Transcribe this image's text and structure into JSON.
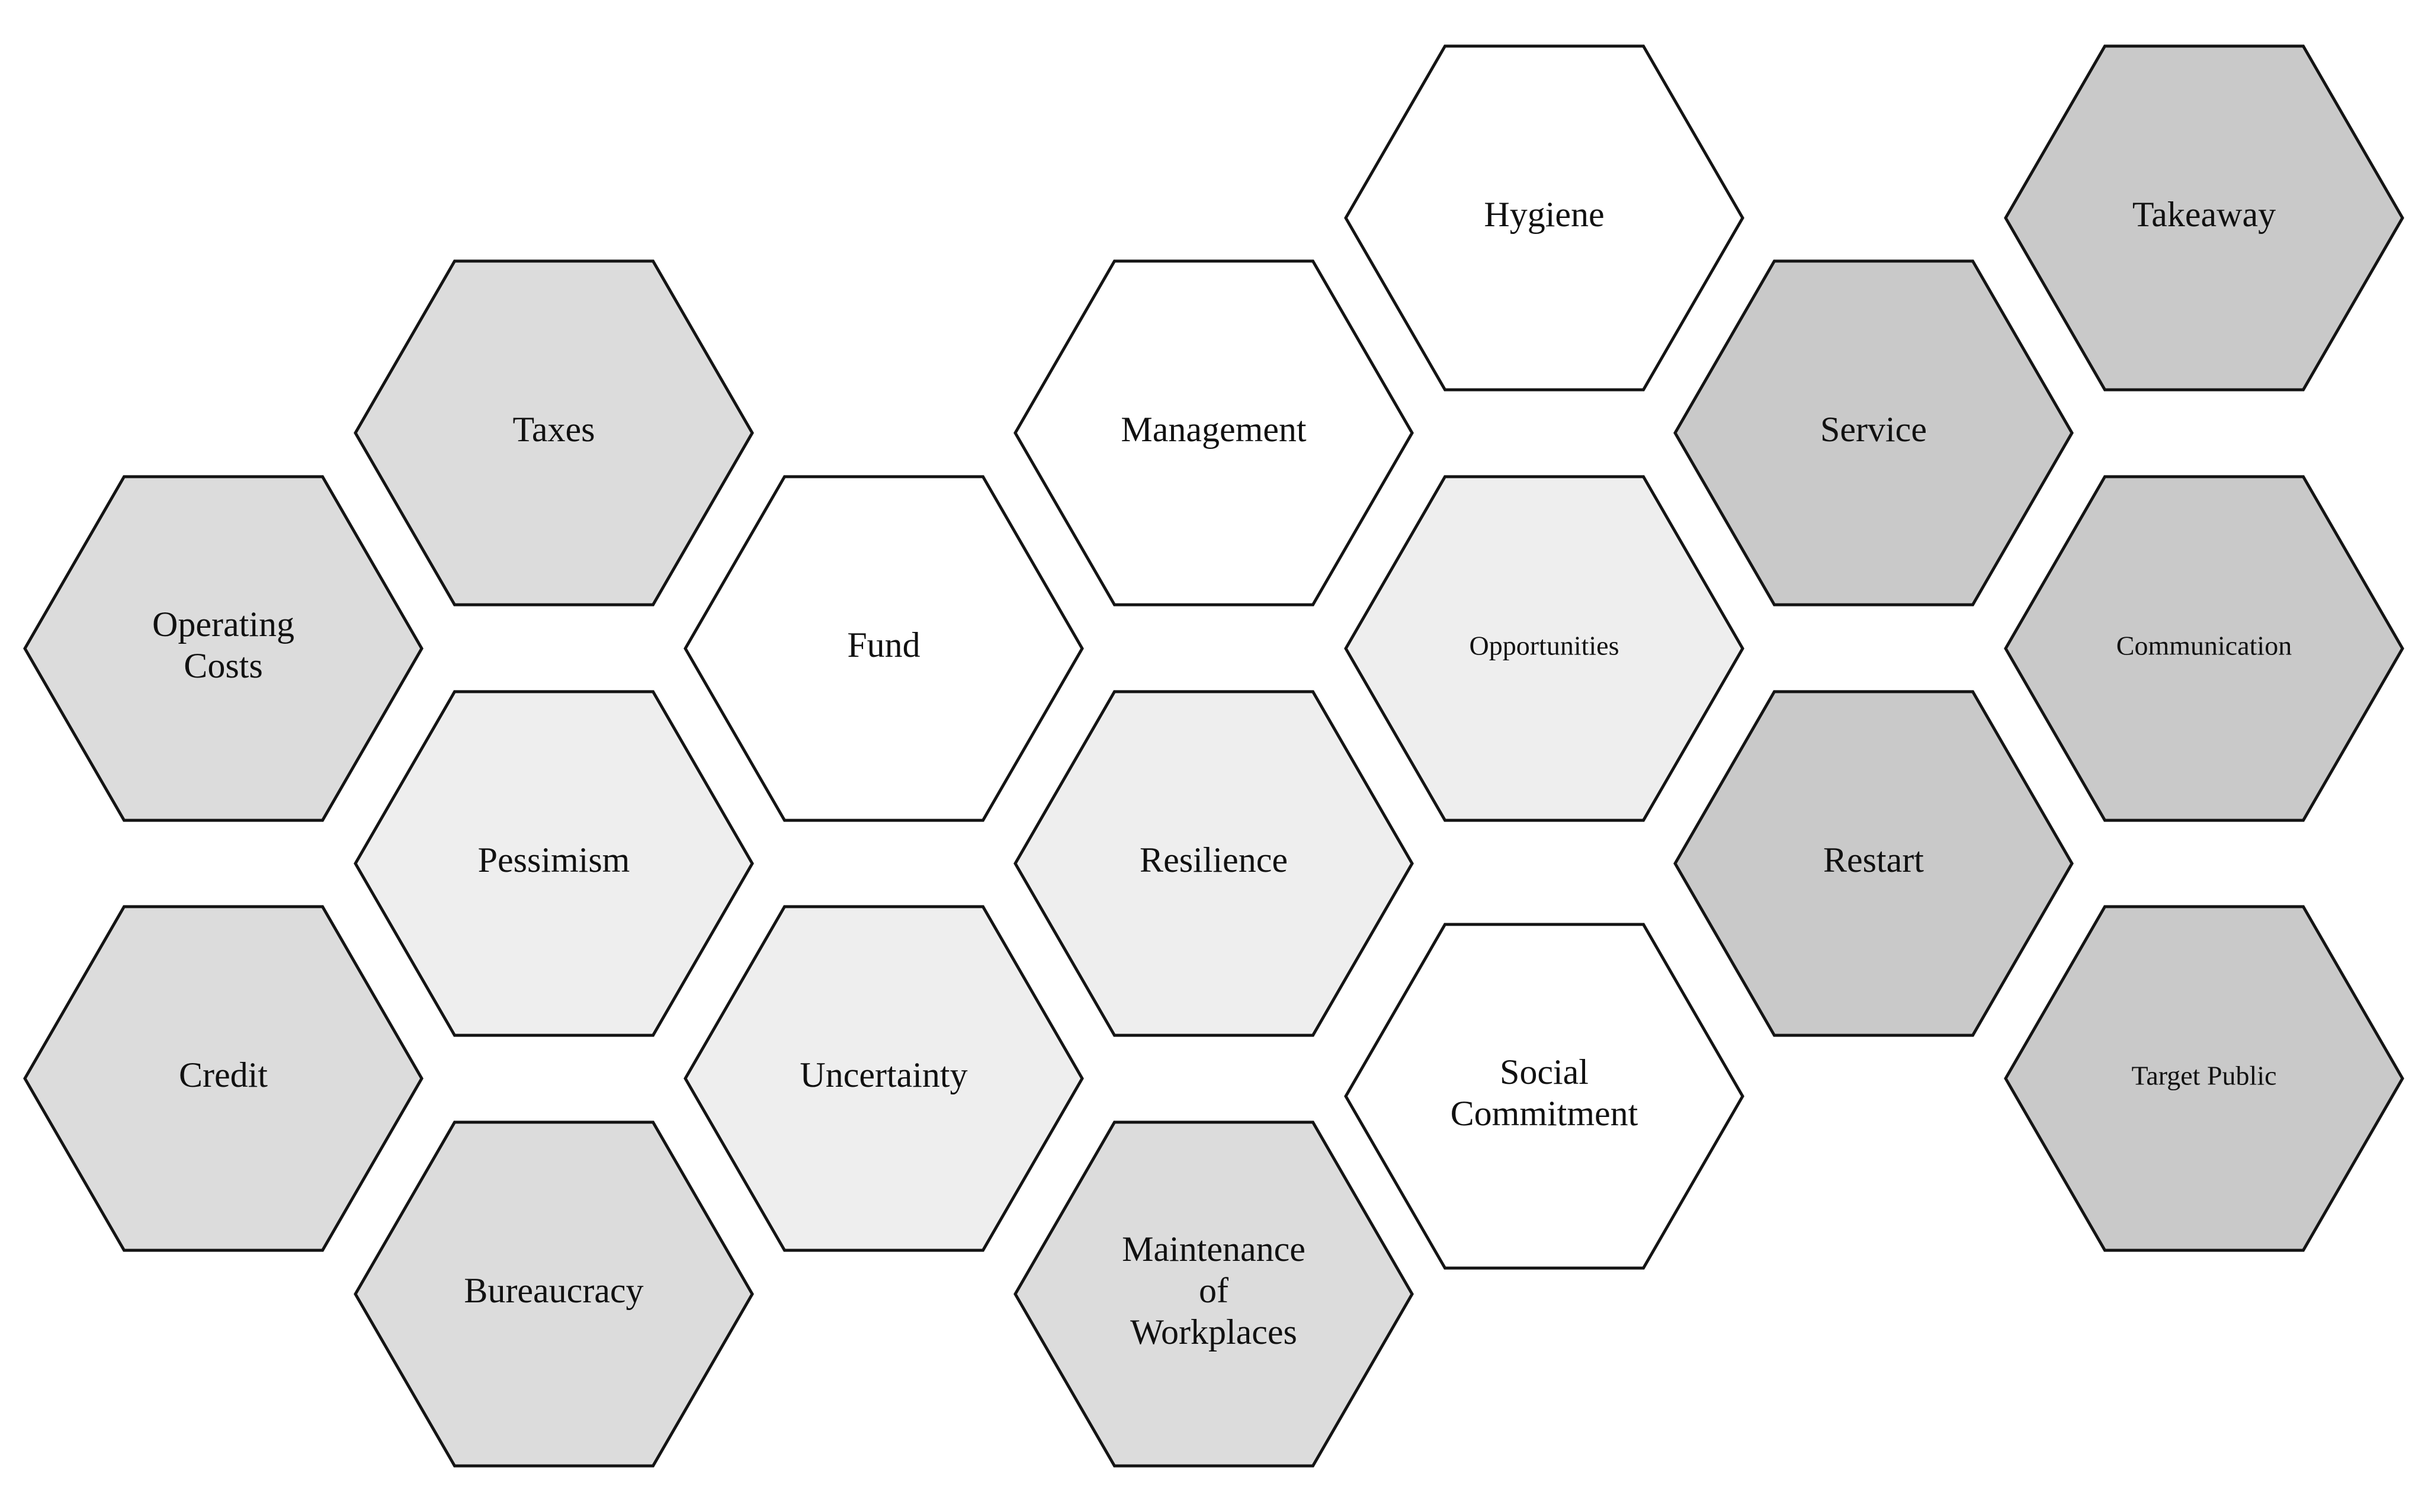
{
  "colors": {
    "white": "#ffffff",
    "light": "#eeeeee",
    "medium": "#dcdcdc",
    "dark": "#c9c9c9",
    "stroke": "#141414"
  },
  "hexagons": [
    {
      "id": "operating-costs",
      "lines": [
        "Operating",
        "Costs"
      ],
      "shade": "medium"
    },
    {
      "id": "credit",
      "lines": [
        "Credit"
      ],
      "shade": "medium"
    },
    {
      "id": "taxes",
      "lines": [
        "Taxes"
      ],
      "shade": "medium"
    },
    {
      "id": "pessimism",
      "lines": [
        "Pessimism"
      ],
      "shade": "light"
    },
    {
      "id": "bureaucracy",
      "lines": [
        "Bureaucracy"
      ],
      "shade": "medium"
    },
    {
      "id": "fund",
      "lines": [
        "Fund"
      ],
      "shade": "white"
    },
    {
      "id": "uncertainty",
      "lines": [
        "Uncertainty"
      ],
      "shade": "light"
    },
    {
      "id": "management",
      "lines": [
        "Management"
      ],
      "shade": "white"
    },
    {
      "id": "resilience",
      "lines": [
        "Resilience"
      ],
      "shade": "light"
    },
    {
      "id": "maintenance-of-workplaces",
      "lines": [
        "Maintenance",
        "of",
        "Workplaces"
      ],
      "shade": "medium"
    },
    {
      "id": "hygiene",
      "lines": [
        "Hygiene"
      ],
      "shade": "white"
    },
    {
      "id": "opportunities",
      "lines": [
        "Opportunities"
      ],
      "shade": "light"
    },
    {
      "id": "social-commitment",
      "lines": [
        "Social",
        "Commitment"
      ],
      "shade": "white"
    },
    {
      "id": "service",
      "lines": [
        "Service"
      ],
      "shade": "dark"
    },
    {
      "id": "restart",
      "lines": [
        "Restart"
      ],
      "shade": "dark"
    },
    {
      "id": "takeaway",
      "lines": [
        "Takeaway"
      ],
      "shade": "dark"
    },
    {
      "id": "communication",
      "lines": [
        "Communication"
      ],
      "shade": "dark"
    },
    {
      "id": "target-public",
      "lines": [
        "Target Public"
      ],
      "shade": "dark"
    }
  ]
}
